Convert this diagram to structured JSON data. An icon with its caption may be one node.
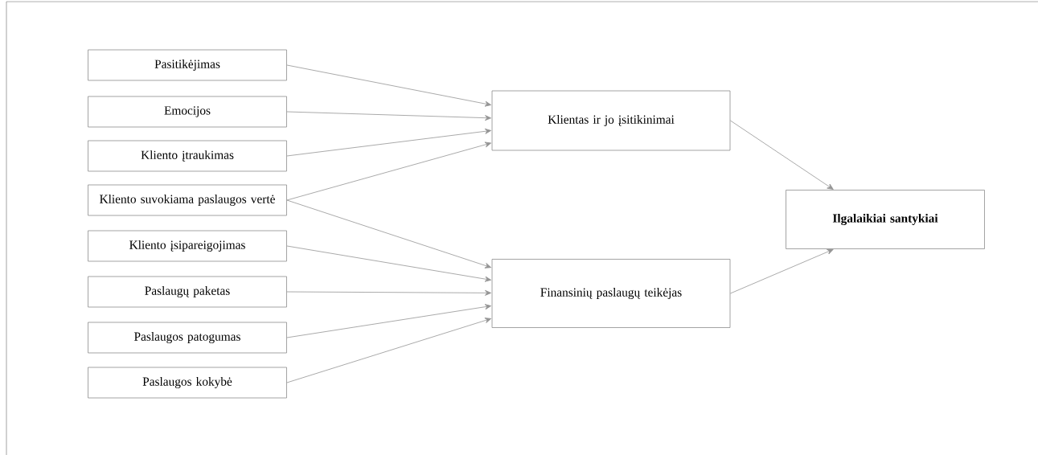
{
  "diagram": {
    "nodes": [
      {
        "text": [
          "Pasitikėjimas"
        ]
      },
      {
        "text": [
          "Emocijos"
        ]
      },
      {
        "text": [
          "Kliento įtraukimas"
        ]
      },
      {
        "text": [
          "Kliento suvokiama paslaugos vertė"
        ]
      },
      {
        "text": [
          "Kliento įsipareigojimas"
        ]
      },
      {
        "text": [
          "Paslaugų paketas"
        ]
      },
      {
        "text": [
          "Paslaugos patogumas"
        ]
      },
      {
        "text": [
          "Paslaugos kokybė"
        ]
      },
      {
        "text": [
          "Klientas ir jo įsitikinimai"
        ]
      },
      {
        "text": [
          "Finansinių paslaugų teikėjas"
        ]
      },
      {
        "text": [
          "Ilgalaikiai santykiai"
        ]
      }
    ],
    "edges": [
      {
        "from": 0,
        "to": 8,
        "arrow": "to"
      },
      {
        "from": 1,
        "to": 8,
        "arrow": "to"
      },
      {
        "from": 2,
        "to": 8,
        "arrow": "to"
      },
      {
        "from": 3,
        "to": 8,
        "arrow": "to"
      },
      {
        "from": 3,
        "to": 9,
        "arrow": "to"
      },
      {
        "from": 4,
        "to": 9,
        "arrow": "to"
      },
      {
        "from": 5,
        "to": 9,
        "arrow": "to"
      },
      {
        "from": 6,
        "to": 9,
        "arrow": "to"
      },
      {
        "from": 7,
        "to": 9,
        "arrow": "to"
      },
      {
        "from": 8,
        "to": 10,
        "arrow": "to"
      },
      {
        "from": 9,
        "to": 10,
        "arrow": "to"
      }
    ]
  }
}
